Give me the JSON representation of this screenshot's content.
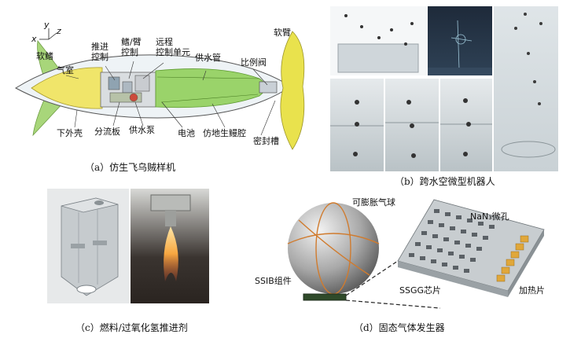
{
  "panel_a": {
    "caption": "（a）仿生飞乌贼样机",
    "axis_labels": {
      "x": "x",
      "y": "y",
      "z": "z"
    },
    "labels": {
      "soft_fin": "软鳍",
      "air_chamber": "气室",
      "propulsion_control": "推进\n控制",
      "fin_arm_control": "鳍/臂\n控制",
      "remote_control_unit": "远程\n控制单元",
      "water_pipe": "供水管",
      "proportional_valve": "比例阀",
      "soft_arm": "软臂",
      "lower_shell": "下外壳",
      "splitter_plate": "分流板",
      "water_pump": "供水泵",
      "battery": "电池",
      "biomimetic_cavity": "仿地生鳗腔",
      "seal_groove": "密封槽"
    }
  },
  "panel_b": {
    "caption": "（b）跨水空微型机器人"
  },
  "panel_c": {
    "caption": "（c）燃料/过氧化氢推进剂"
  },
  "panel_d": {
    "caption": "（d）固态气体发生器",
    "labels": {
      "inflatable_balloon": "可膨胀气球",
      "micro_hole": "NaN₃微孔",
      "ssib": "SSIB组件",
      "ssgg": "SSGG芯片",
      "heater": "加热片"
    }
  }
}
